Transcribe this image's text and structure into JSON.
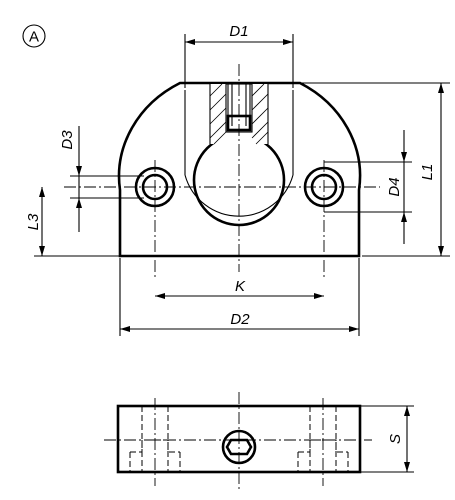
{
  "view_label": "A",
  "dimensions": {
    "d1": "D1",
    "d2": "D2",
    "d3": "D3",
    "d4": "D4",
    "l1": "L1",
    "l3": "L3",
    "k": "K",
    "s": "S"
  }
}
